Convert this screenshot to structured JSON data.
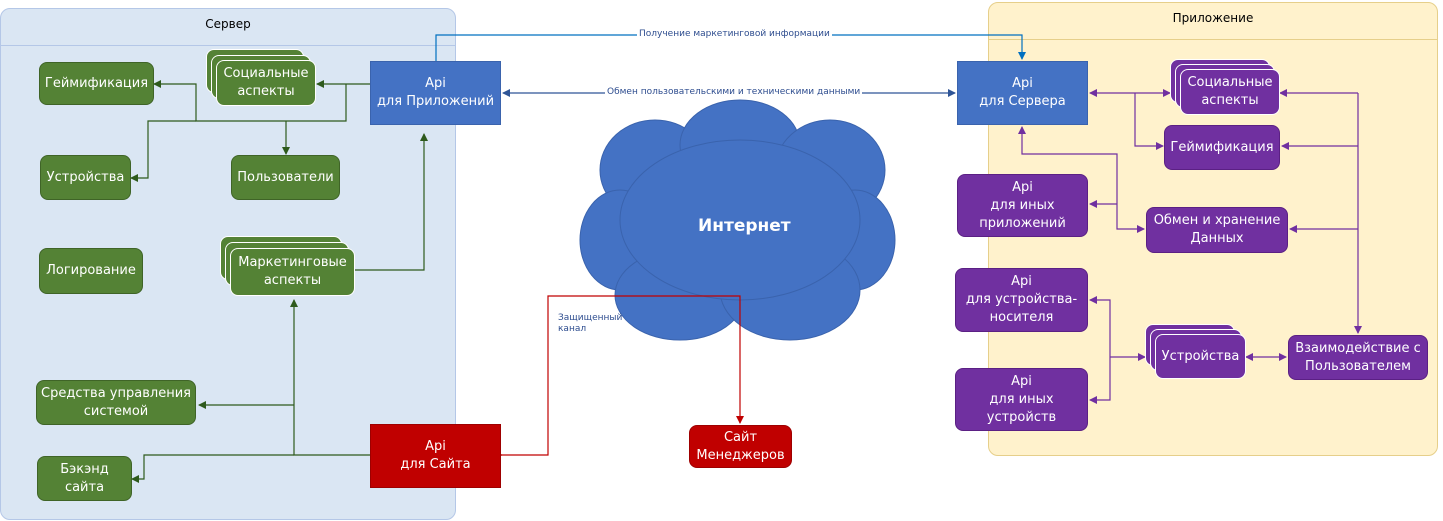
{
  "panels": {
    "server": {
      "title": "Сервер"
    },
    "app": {
      "title": "Приложение"
    }
  },
  "server_nodes": {
    "gamification": "Геймификация",
    "social": "Социальные\nаспекты",
    "devices": "Устройства",
    "users": "Пользователи",
    "logging": "Логирование",
    "marketing": "Маркетинговые\nаспекты",
    "management": "Средства управления\nсистемой",
    "backend": "Бэкэнд\nсайта",
    "api_apps": "Api\nдля Приложений",
    "api_site": "Api\nдля Сайта"
  },
  "center": {
    "cloud": "Интернет",
    "managers_site": "Сайт\nМенеджеров",
    "secure_channel": "Защищенный\nканал"
  },
  "app_nodes": {
    "api_server": "Api\nдля Сервера",
    "social": "Социальные\nаспекты",
    "gamification": "Геймификация",
    "api_other_apps": "Api\nдля иных\nприложений",
    "data_exchange": "Обмен и хранение\nДанных",
    "api_carrier": "Api\nдля устройства-\nносителя",
    "devices": "Устройства",
    "user_interaction": "Взаимодействие с\nПользователем",
    "api_other_devices": "Api\nдля иных\nустройств"
  },
  "connections": {
    "marketing_info": "Получение маркетинговой информации",
    "data_exchange": "Обмен пользовательскими и техническими данными"
  },
  "colors": {
    "server_bg": "#dae6f3",
    "app_bg": "#fff2cc",
    "green": "#548235",
    "purple": "#7030a0",
    "blue": "#4472c4",
    "red": "#c00000",
    "cloud": "#4472c4"
  }
}
